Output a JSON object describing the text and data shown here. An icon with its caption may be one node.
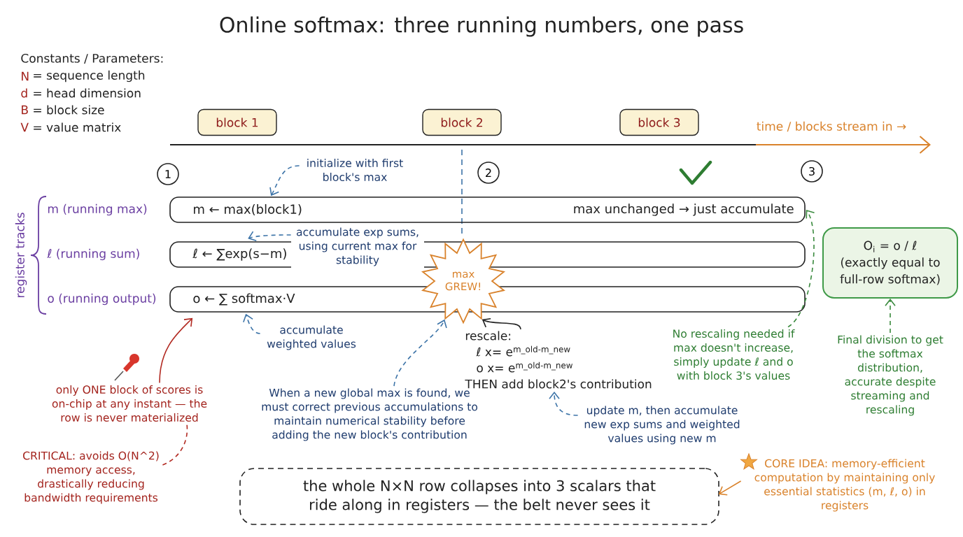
{
  "diagram": {
    "title": "Online softmax: three running numbers, one pass",
    "nodes": [
      {
        "text": [
          "block 1"
        ]
      },
      {
        "text": [
          "block 2"
        ]
      },
      {
        "text": [
          "block 3"
        ]
      },
      {
        "text": [
          "1"
        ]
      },
      {
        "text": [
          "initialize with first block's max"
        ]
      },
      {
        "text": [
          "2"
        ]
      },
      {
        "text": [
          "3"
        ]
      },
      {
        "text": [
          "m ← max(block1)",
          "max unchanged → just accumulate"
        ],
        "beside": [
          "m (running max)"
        ]
      },
      {
        "text": [
          "accumulate exp sums, using current max for stability"
        ]
      },
      {
        "text": [
          "max GREW!"
        ]
      },
      {
        "text": [
          "ℓ ← ∑exp(s−m)"
        ],
        "beside": [
          "ℓ (running sum)"
        ]
      },
      {
        "text": [
          "O$_{i}$ = o / ℓ",
          "(exactly equal to full-row softmax)"
        ]
      },
      {
        "text": [
          "o ← ∑ softmax·V"
        ],
        "beside": [
          "o (running output)"
        ]
      },
      {
        "text": [
          "accumulate weighted values"
        ]
      },
      {
        "text": [
          "rescale:",
          "ℓ x= e$^{m_old-m_new}$",
          "o x= e$^{m_old-m_new}$",
          "THEN add block2's contribution"
        ]
      },
      {
        "text": [
          "No rescaling needed if max doesn't increase, simply update ℓ and o with block 3's values"
        ]
      },
      {
        "text": [
          "Final division to get the softmax distribution, accurate despite streaming and rescaling"
        ]
      },
      {
        "text": [
          "only ONE block of scores is on-chip at any instant — the row is never materialized"
        ]
      },
      {
        "text": [
          "When a new global max is found, we must correct previous accumulations to maintain numerical stability before adding the new block's contribution"
        ]
      },
      {
        "text": [
          "update m, then accumulate new exp sums and weighted values using new m"
        ]
      },
      {
        "text": [
          "CRITICAL: avoids O(N^2) memory access, drastically reducing bandwidth requirements"
        ]
      },
      {
        "text": [
          "the whole N×N row collapses into 3 scalars that ride along in registers — the belt never sees it"
        ]
      },
      {
        "text": [
          "CORE IDEA: memory-efficient computation by maintaining only essential statistics (m, ℓ, o) in registers"
        ]
      }
    ],
    "edges": [
      {
        "from": 4,
        "to": 7,
        "arrow": "to",
        "style": "dashed"
      },
      {
        "from": 8,
        "to": 10,
        "arrow": "to",
        "style": "dashed"
      },
      {
        "from": 13,
        "to": 12,
        "arrow": "to",
        "style": "dashed"
      },
      {
        "from": 18,
        "to": 9,
        "arrow": "to",
        "style": "dashed"
      },
      {
        "from": 14,
        "to": 9,
        "arrow": "to",
        "color": "#222222"
      },
      {
        "from": 19,
        "to": 14,
        "arrow": "to",
        "style": "dashed"
      },
      {
        "from": 15,
        "to": 7,
        "arrow": "to",
        "style": "dashed",
        "color": "#3a8a3e"
      },
      {
        "from": 16,
        "to": 11,
        "arrow": "to",
        "style": "dashed",
        "color": "#3a8a3e"
      },
      {
        "from": 17,
        "to": 12,
        "arrow": "to",
        "color": "#b22a22"
      },
      {
        "from": 20,
        "to": 17,
        "arrow": "none",
        "style": "dashed",
        "color": "#b22a22"
      },
      {
        "from": 22,
        "to": 21,
        "arrow": "to",
        "color": "#d9822b"
      }
    ],
    "labels": [
      "Constants / Parameters:",
      "N",
      "= sequence length",
      "d",
      "= head dimension",
      "B",
      "= block size",
      "V",
      "= value matrix",
      "time / blocks stream in →",
      "register tracks"
    ]
  }
}
